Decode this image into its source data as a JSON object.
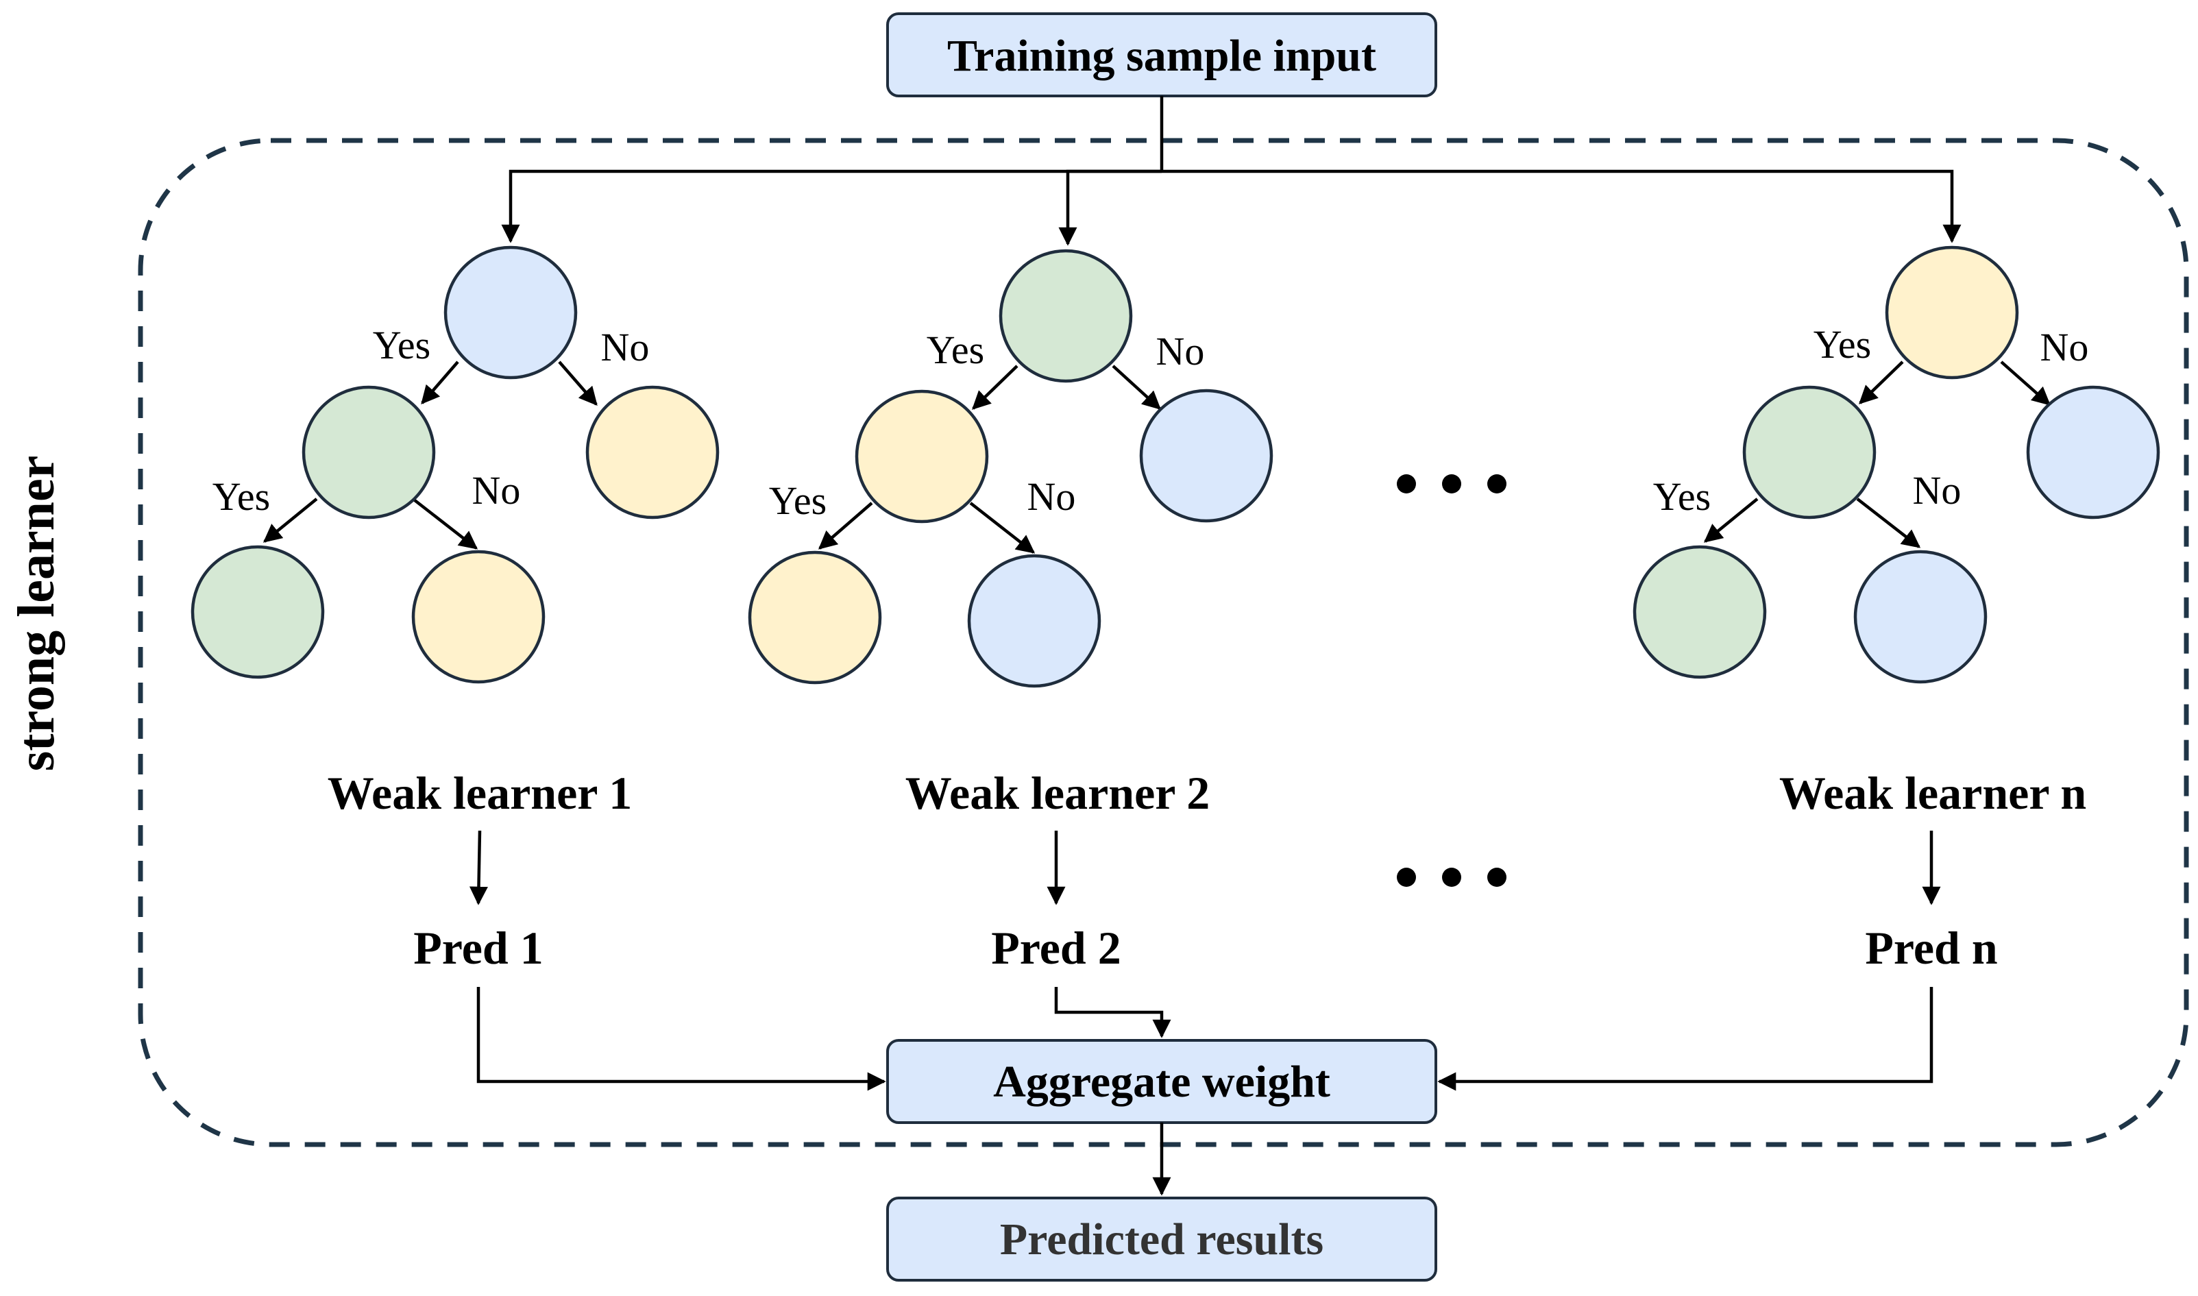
{
  "title_box": {
    "label": "Training sample input"
  },
  "container": {
    "label": "strong learner"
  },
  "trees": [
    {
      "root": {
        "color": "blue"
      },
      "left": {
        "color": "green"
      },
      "right": {
        "color": "yellow"
      },
      "left_left": {
        "color": "green"
      },
      "left_right": {
        "color": "yellow"
      },
      "labels": {
        "root_yes": "Yes",
        "root_no": "No",
        "child_yes": "Yes",
        "child_no": "No"
      },
      "learner_label": "Weak learner 1",
      "pred_label": "Pred 1"
    },
    {
      "root": {
        "color": "green"
      },
      "left": {
        "color": "yellow"
      },
      "right": {
        "color": "blue"
      },
      "left_left": {
        "color": "yellow"
      },
      "left_right": {
        "color": "blue"
      },
      "labels": {
        "root_yes": "Yes",
        "root_no": "No",
        "child_yes": "Yes",
        "child_no": "No"
      },
      "learner_label": "Weak learner 2",
      "pred_label": "Pred 2"
    },
    {
      "root": {
        "color": "yellow"
      },
      "left": {
        "color": "green"
      },
      "right": {
        "color": "blue"
      },
      "left_left": {
        "color": "green"
      },
      "left_right": {
        "color": "blue"
      },
      "labels": {
        "root_yes": "Yes",
        "root_no": "No",
        "child_yes": "Yes",
        "child_no": "No"
      },
      "learner_label": "Weak learner n",
      "pred_label": "Pred n"
    }
  ],
  "aggregate_box": {
    "label": "Aggregate weight"
  },
  "result_box": {
    "label": "Predicted results"
  },
  "colors": {
    "blue": "#dae8fc",
    "green": "#d5e8d4",
    "yellow": "#fff2cc",
    "box_fill": "#dae8fc",
    "frame_stroke": "#1f3547"
  }
}
